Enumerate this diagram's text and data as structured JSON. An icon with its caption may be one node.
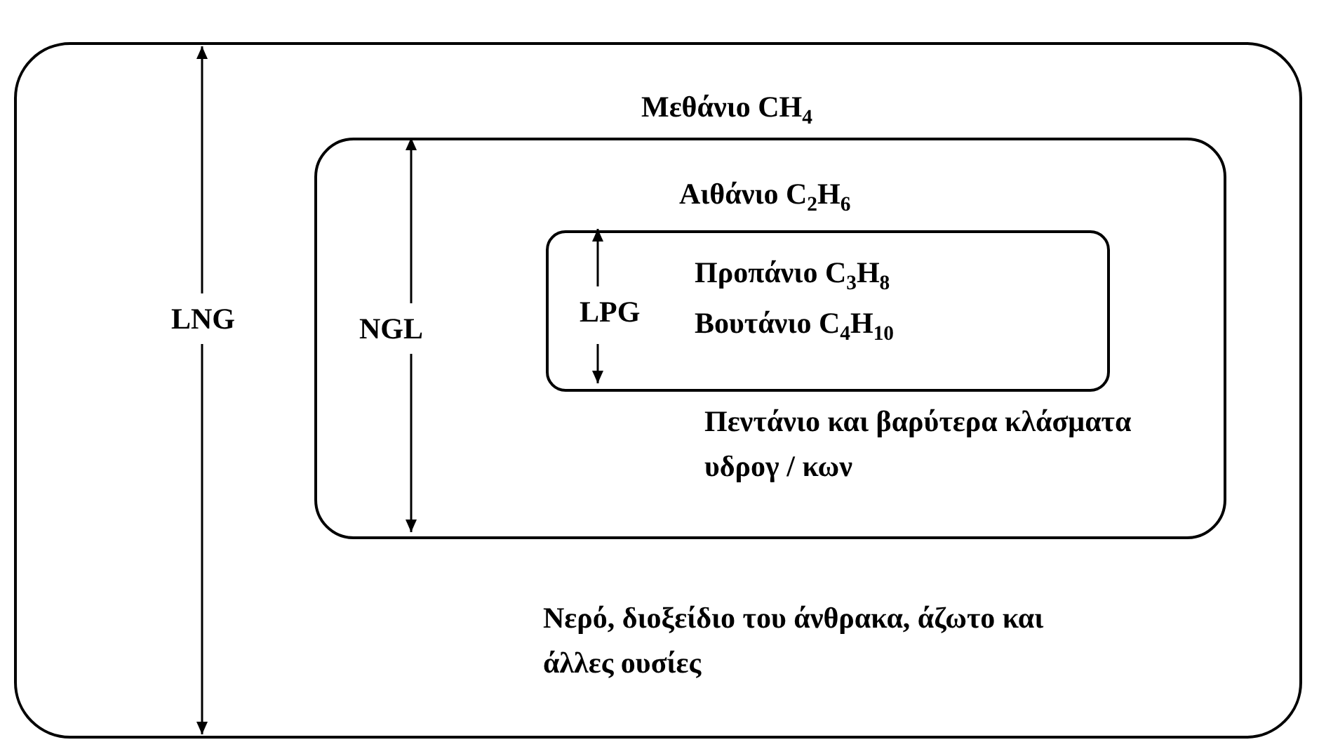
{
  "diagram": {
    "nodes": [
      {
        "text": [
          "LNG",
          "Μεθάνιο CH$_{4}$",
          "Νερό, διοξείδιο του άνθρακα, άζωτο και άλλες ουσίες"
        ]
      },
      {
        "text": [
          "NGL",
          "Αιθάνιο C$_{2}$H$_{6}$",
          "Πεντάνιο και βαρύτερα κλάσματα υδρογ / κων"
        ],
        "in": 0
      },
      {
        "text": [
          "LPG",
          "Προπάνιο C$_{3}$H$_{8}$",
          "Βουτάνιο C$_{4}$H$_{10}$"
        ],
        "in": 1
      }
    ]
  }
}
